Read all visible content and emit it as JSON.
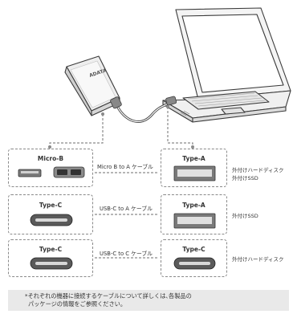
{
  "connectors": {
    "row1_left_title": "Micro-B",
    "row1_right_title": "Type-A",
    "row2_left_title": "Type-C",
    "row2_right_title": "Type-A",
    "row3_left_title": "Type-C",
    "row3_right_title": "Type-C"
  },
  "cables": {
    "row1": "Micro B to A ケーブル",
    "row2": "USB-C to A ケーブル",
    "row3": "USB-C to C ケーブル"
  },
  "devices": {
    "row1_line1": "外付けハードディスク",
    "row1_line2": "外付けSSD",
    "row2_line1": "外付けSSD",
    "row3_line1": "外付けハードディスク"
  },
  "drive_logo": "ADATA",
  "footnote": {
    "line1": "*それぞれの機器に接続するケーブルについて詳しくは､各製品の",
    "line2": "パッケージの情報をご参照ください。"
  }
}
